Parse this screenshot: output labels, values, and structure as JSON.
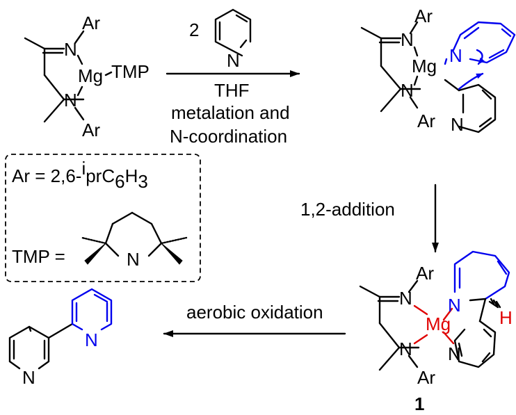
{
  "atoms": {
    "ar": "Ar",
    "n": "N",
    "mg": "Mg",
    "tmp": "TMP",
    "h": "H"
  },
  "reagent_count": "2",
  "conditions": {
    "solvent": "THF",
    "line1": "metalation and",
    "line2": "N-coordination",
    "addition": "1,2-addition",
    "oxidation": "aerobic oxidation"
  },
  "legend": {
    "ar_def_prefix": "Ar = 2,6-",
    "ar_def_sup": "i",
    "ar_def_pr": "prC",
    "ar_def_sub1": "6",
    "ar_def_h": "H",
    "ar_def_sub2": "3",
    "tmp_def": "TMP ="
  },
  "compound_label": "1",
  "colors": {
    "highlight_pyridine": "#0000ee",
    "metal_center": "#e00000"
  }
}
